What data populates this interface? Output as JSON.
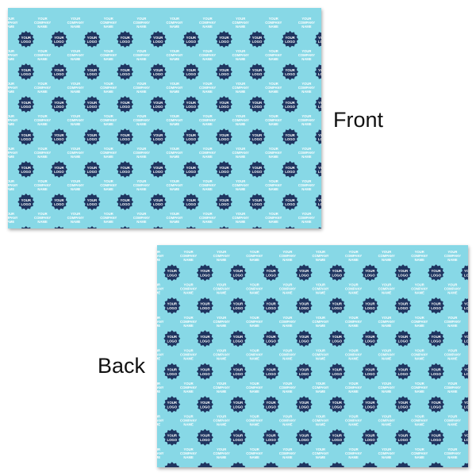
{
  "labels": {
    "front": "Front",
    "back": "Back"
  },
  "pattern": {
    "logo_text_line1": "YOUR",
    "logo_text_line2": "LOGO",
    "company_line1": "YOUR",
    "company_line2": "COMPANY",
    "company_line3": "NAME"
  },
  "colors": {
    "background": "#87d8e6",
    "logo_badge": "#1f3560",
    "text": "#ffffff"
  },
  "icons": {
    "logo_badge": "scalloped-badge-icon"
  }
}
